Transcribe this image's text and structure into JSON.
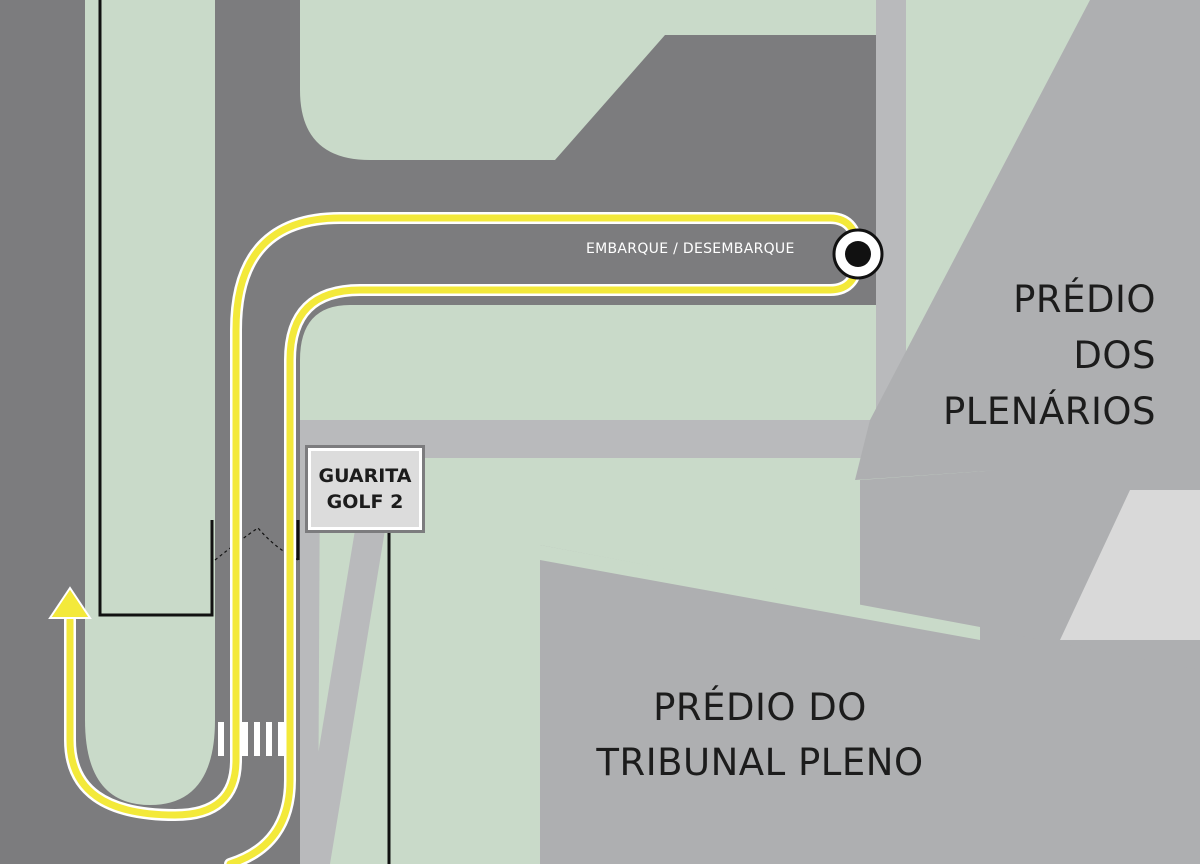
{
  "map": {
    "buildings": {
      "plenarios": {
        "lines": [
          "PRÉDIO",
          "DOS",
          "PLENÁRIOS"
        ]
      },
      "tribunal": {
        "lines": [
          "PRÉDIO DO",
          "TRIBUNAL PLENO"
        ]
      }
    },
    "guard_booth": {
      "lines": [
        "GUARITA",
        "GOLF 2"
      ]
    },
    "stop": {
      "label": "EMBARQUE / DESEMBARQUE"
    },
    "colors": {
      "grass": "#c9dac9",
      "road": "#7c7c7e",
      "sidewalk": "#b9babc",
      "building": "#aeafb1",
      "building_light": "#d9d9d9",
      "route": "#f3e93a",
      "route_edge": "#ffffff",
      "fence": "#111111"
    }
  }
}
